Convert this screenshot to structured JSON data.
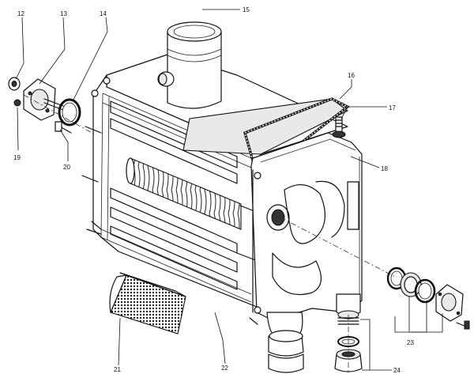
{
  "callouts": {
    "c12": "12",
    "c13": "13",
    "c14": "14",
    "c15": "15",
    "c16": "16",
    "c17": "17",
    "c18": "18",
    "c19": "19",
    "c20": "20",
    "c21": "21",
    "c22": "22",
    "c23": "23",
    "c24": "24"
  }
}
